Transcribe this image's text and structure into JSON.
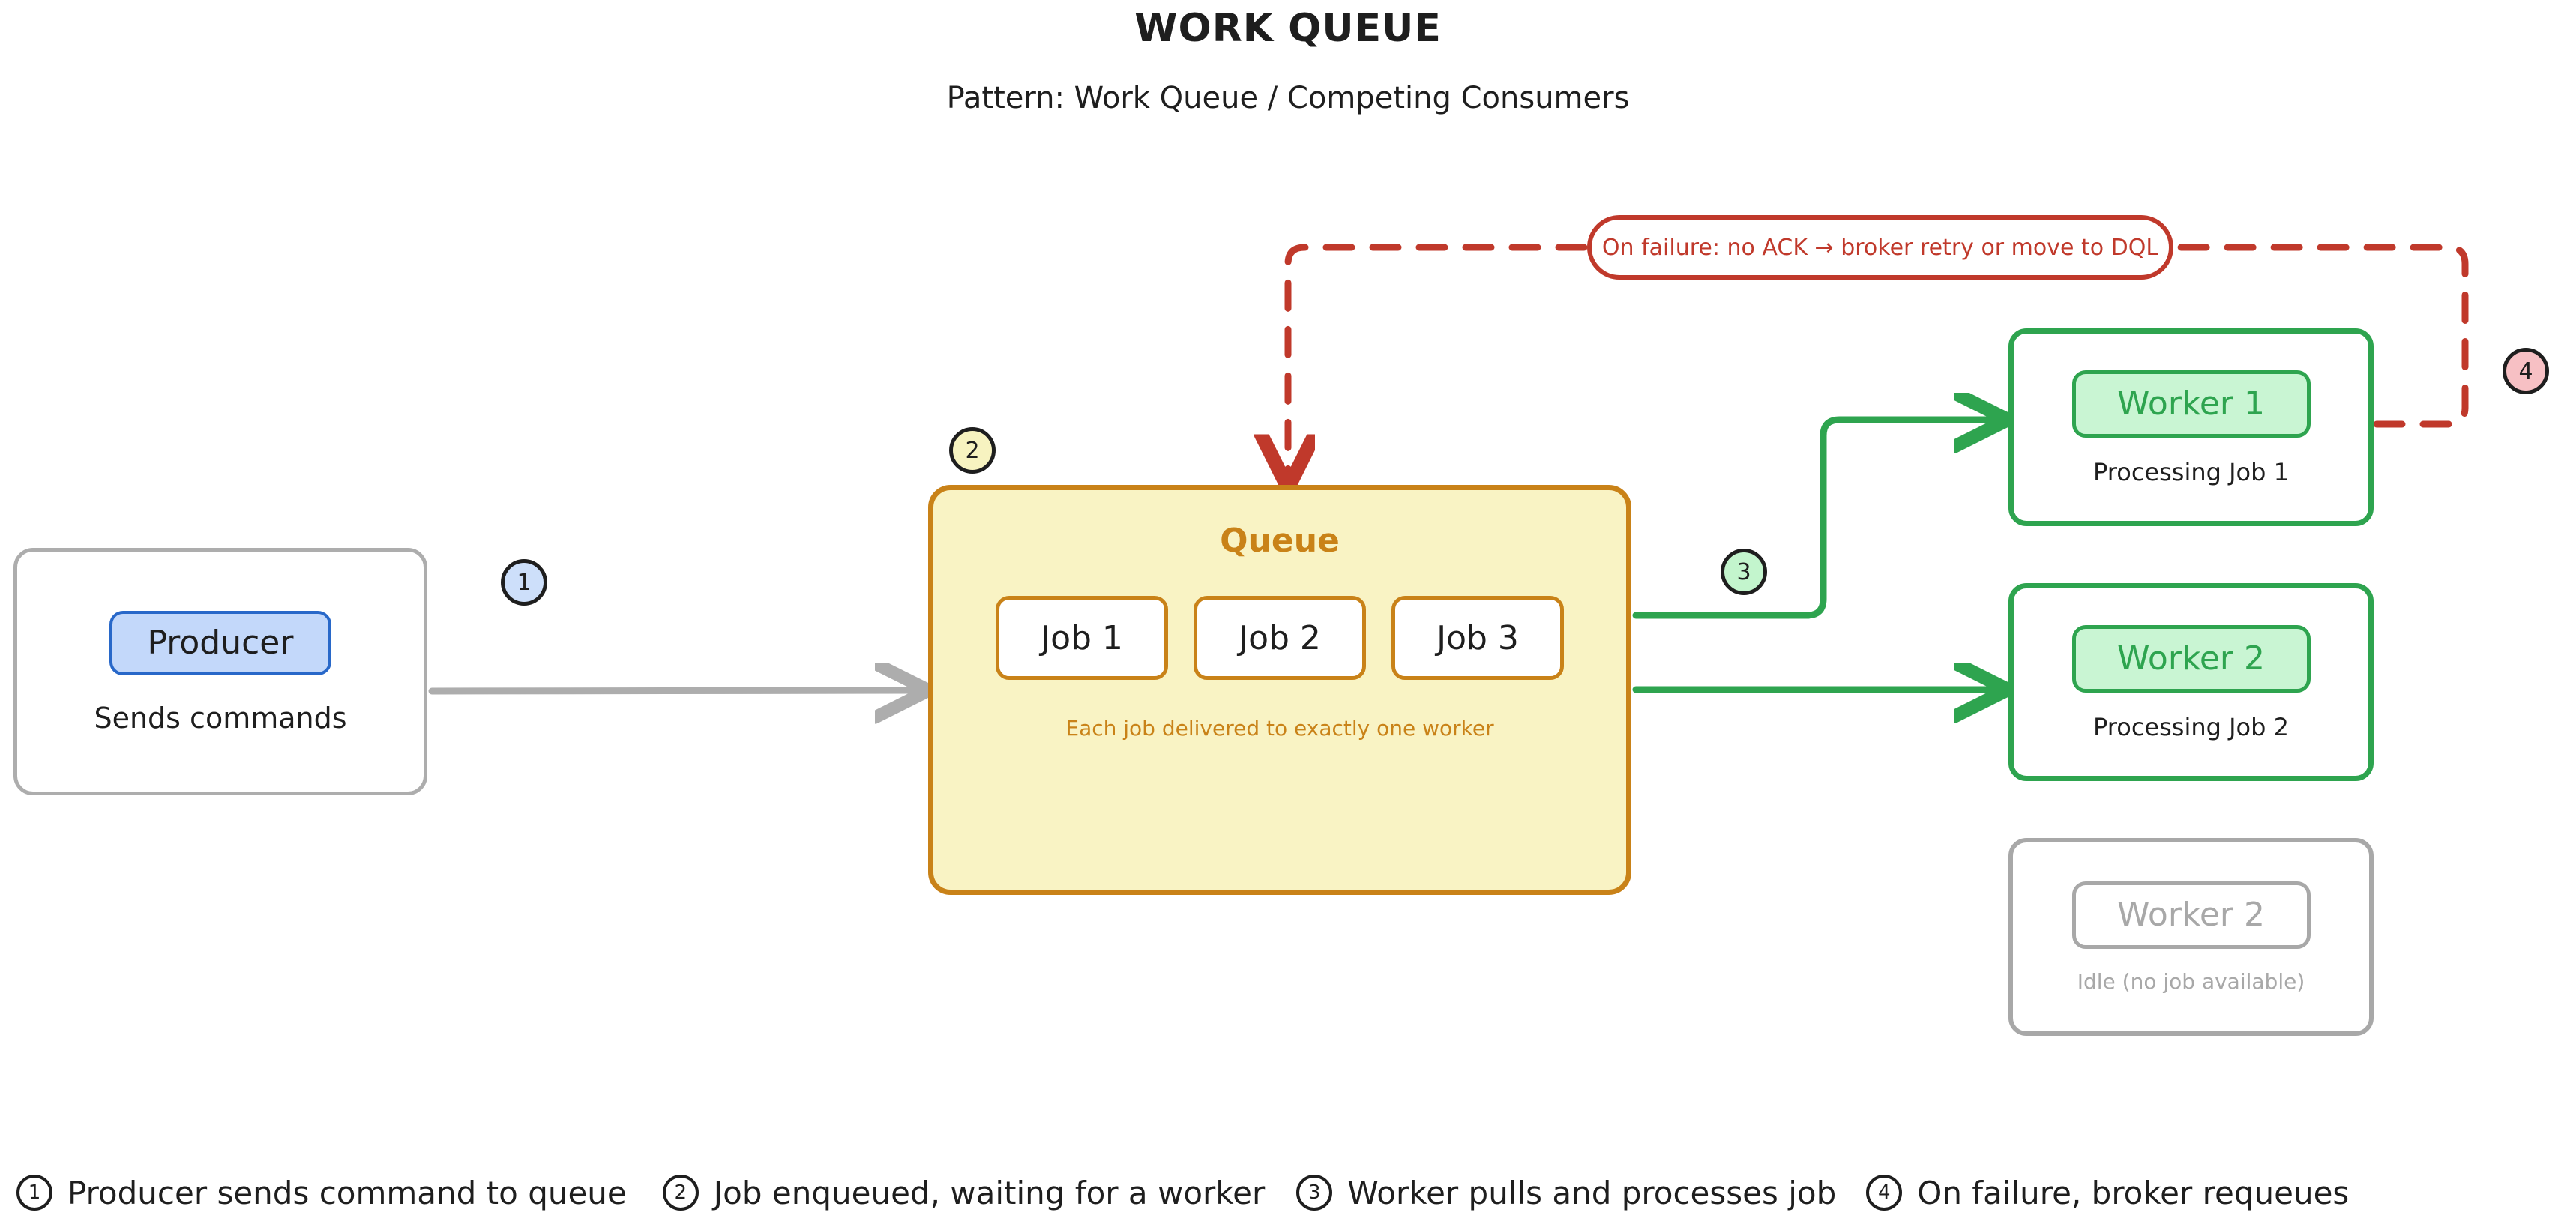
{
  "header": {
    "title": "WORK QUEUE",
    "subtitle": "Pattern: Work Queue / Competing Consumers"
  },
  "nodes": {
    "producer": {
      "label": "Producer",
      "sublabel": "Sends commands",
      "chip_fill": "#c3d8fa",
      "chip_border": "#2868c9",
      "box_border": "#adadad"
    },
    "queue": {
      "title": "Queue",
      "note": "Each job delivered to exactly one worker",
      "fill": "#f9f3c4",
      "border": "#c98218",
      "jobs": [
        {
          "label": "Job 1"
        },
        {
          "label": "Job 2"
        },
        {
          "label": "Job 3"
        }
      ]
    },
    "worker1": {
      "label": "Worker 1",
      "sublabel": "Processing Job 1",
      "chip_fill": "#c9f5d3",
      "border": "#2ea44f"
    },
    "worker2": {
      "label": "Worker 2",
      "sublabel": "Processing Job 2",
      "chip_fill": "#c9f5d3",
      "border": "#2ea44f"
    },
    "worker_idle": {
      "label": "Worker 2",
      "sublabel": "Idle (no job available)",
      "border": "#a8a8a8"
    }
  },
  "annotations": {
    "failure_note": "On failure: no ACK → broker retry or move to DQL",
    "failure_color": "#c0392b"
  },
  "step_badges": [
    {
      "number": "1",
      "color": "#cddffa"
    },
    {
      "number": "2",
      "color": "#f7f3c0"
    },
    {
      "number": "3",
      "color": "#c3f5cd"
    },
    {
      "number": "4",
      "color": "#f7c0c4"
    }
  ],
  "legend": [
    {
      "number": "1",
      "color": "#cddffa",
      "label": "Producer sends command to queue"
    },
    {
      "number": "2",
      "color": "#f7f3c0",
      "label": "Job enqueued, waiting for a worker"
    },
    {
      "number": "3",
      "color": "#c3f5cd",
      "label": "Worker pulls and processes job"
    },
    {
      "number": "4",
      "color": "#f7c0c4",
      "label": "On failure, broker requeues"
    }
  ],
  "edges": {
    "producer_to_queue_color": "#adadad",
    "queue_to_worker_color": "#2ea44f",
    "failure_path_color": "#c0392b"
  }
}
